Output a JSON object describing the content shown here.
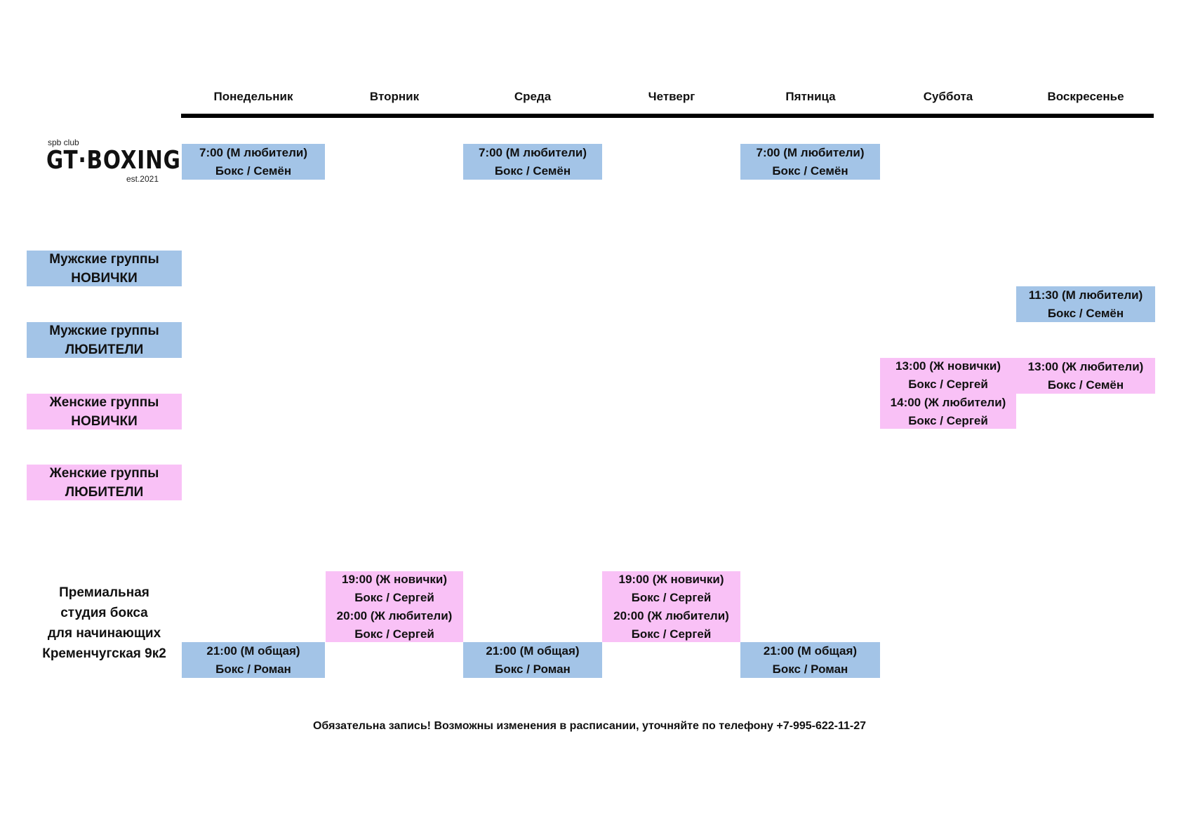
{
  "days": [
    "Понедельник",
    "Вторник",
    "Среда",
    "Четверг",
    "Пятница",
    "Суббота",
    "Воскресенье"
  ],
  "logo": {
    "top_text": "spb club",
    "name": "GT·BOXING",
    "bottom_text": "est.2021"
  },
  "legend": [
    {
      "line1": "Мужские группы",
      "line2": "НОВИЧКИ",
      "color": "#a3c4e7"
    },
    {
      "line1": "Мужские группы",
      "line2": "ЛЮБИТЕЛИ",
      "color": "#a3c4e7"
    },
    {
      "line1": "Женские группы",
      "line2": "НОВИЧКИ",
      "color": "#f9c1f6"
    },
    {
      "line1": "Женские группы",
      "line2": "ЛЮБИТЕЛИ",
      "color": "#f9c1f6"
    }
  ],
  "studio": [
    "Премиальная",
    "студия бокса",
    "для начинающих",
    "Кременчугская 9к2"
  ],
  "sessions": {
    "mon_morning": [
      "7:00 (М любители)",
      "Бокс / Семён"
    ],
    "wed_morning": [
      "7:00 (М любители)",
      "Бокс / Семён"
    ],
    "fri_morning": [
      "7:00 (М любители)",
      "Бокс / Семён"
    ],
    "sun_1130": [
      "11:30 (М любители)",
      "Бокс / Семён"
    ],
    "sat_1300": [
      "13:00 (Ж новички)",
      "Бокс / Сергей"
    ],
    "sat_1400": [
      "14:00 (Ж любители)",
      "Бокс / Сергей"
    ],
    "sun_1300": [
      "13:00 (Ж любители)",
      "Бокс / Семён"
    ],
    "tue_evening": [
      "19:00 (Ж новички)",
      "Бокс / Сергей",
      "20:00 (Ж любители)",
      "Бокс / Сергей"
    ],
    "thu_evening": [
      "19:00 (Ж новички)",
      "Бокс / Сергей",
      "20:00 (Ж любители)",
      "Бокс / Сергей"
    ],
    "mon_2100": [
      "21:00 (М общая)",
      "Бокс / Роман"
    ],
    "wed_2100": [
      "21:00 (М общая)",
      "Бокс / Роман"
    ],
    "fri_2100": [
      "21:00 (М общая)",
      "Бокс / Роман"
    ]
  },
  "colors": {
    "blue": "#a3c4e7",
    "pink": "#f9c1f6"
  },
  "footer": "Обязательна запись! Возможны изменения в расписании, уточняйте по телефону +7-995-622-11-27"
}
